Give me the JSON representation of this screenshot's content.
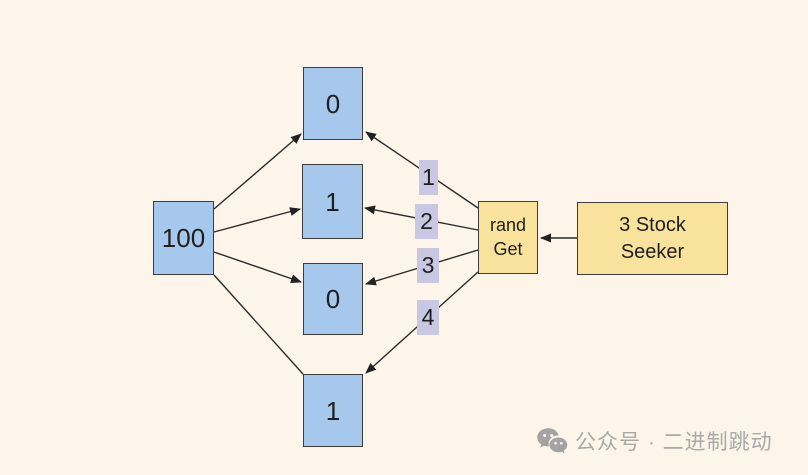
{
  "canvas": {
    "background": "#fdf5ea"
  },
  "colors": {
    "node_blue": "#a6c8ec",
    "node_yellow": "#f9e39c",
    "edge_label_lavender": "#c8c8e2",
    "border": "#3d3d3d",
    "arrow": "#222222",
    "watermark_gray": "#a9a9a9"
  },
  "nodes": {
    "source": {
      "label": "100"
    },
    "slot_top": {
      "label": "0"
    },
    "slot_second": {
      "label": "1"
    },
    "slot_third": {
      "label": "0"
    },
    "slot_bottom": {
      "label": "1"
    },
    "rand_get": {
      "line1": "rand",
      "line2": "Get"
    },
    "stock_seeker": {
      "line1": "3 Stock",
      "line2": "Seeker"
    }
  },
  "edge_labels": {
    "e1": "1",
    "e2": "2",
    "e3": "3",
    "e4": "4"
  },
  "watermark": {
    "icon": "wechat-icon",
    "text": "公众号 · 二进制跳动"
  }
}
